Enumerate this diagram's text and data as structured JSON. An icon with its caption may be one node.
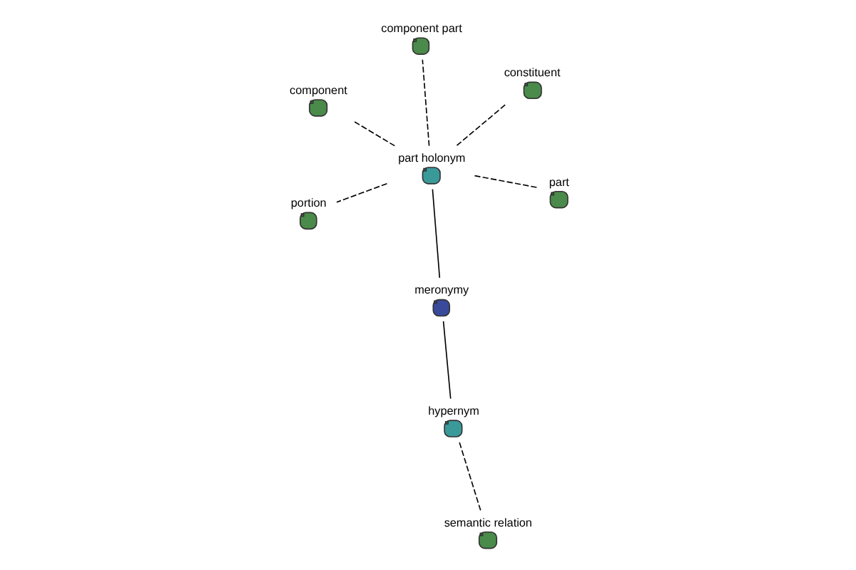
{
  "diagram": {
    "nodes": [
      {
        "text": [
          "portion"
        ]
      },
      {
        "text": [
          "constituent"
        ]
      },
      {
        "text": [
          "part"
        ]
      },
      {
        "text": [
          "component part"
        ]
      },
      {
        "text": [
          "part holonym"
        ]
      },
      {
        "text": [
          "component"
        ]
      },
      {
        "text": [
          "meronymy"
        ]
      },
      {
        "text": [
          "semantic relation"
        ]
      },
      {
        "text": [
          "hypernym"
        ]
      }
    ],
    "edges": [
      {
        "from": 4,
        "to": 0,
        "arrow": "none",
        "style": "dashed"
      },
      {
        "from": 4,
        "to": 1,
        "arrow": "none",
        "style": "dashed"
      },
      {
        "from": 4,
        "to": 2,
        "arrow": "none",
        "style": "dashed"
      },
      {
        "from": 4,
        "to": 3,
        "arrow": "none",
        "style": "dashed"
      },
      {
        "from": 4,
        "to": 5,
        "arrow": "none",
        "style": "dashed"
      },
      {
        "from": 6,
        "to": 4,
        "arrow": "none"
      },
      {
        "from": 6,
        "to": 8,
        "arrow": "none"
      },
      {
        "from": 8,
        "to": 7,
        "arrow": "none",
        "style": "dashed"
      }
    ]
  }
}
